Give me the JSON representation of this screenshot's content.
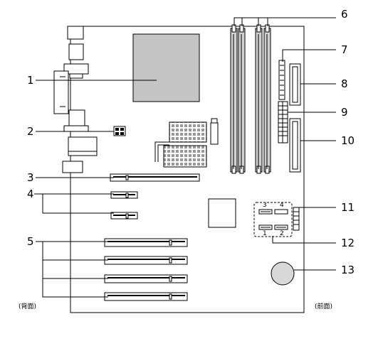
{
  "callouts": {
    "c1": "1",
    "c2": "2",
    "c3": "3",
    "c4": "4",
    "c5": "5",
    "c6": "6",
    "c7": "7",
    "c8": "8",
    "c9": "9",
    "c10": "10",
    "c11": "11",
    "c12": "12",
    "c13": "13"
  },
  "side_labels": {
    "back": "(背面)",
    "front": "(前面)"
  },
  "usb_numbers": {
    "n1": "1",
    "n2": "2",
    "n3": "3",
    "n4": "4"
  },
  "colors": {
    "cpu_fill": "#c4c4c4",
    "chipset_fill": "#e4e4e4",
    "dimm_fill": "#d0d0d0"
  }
}
